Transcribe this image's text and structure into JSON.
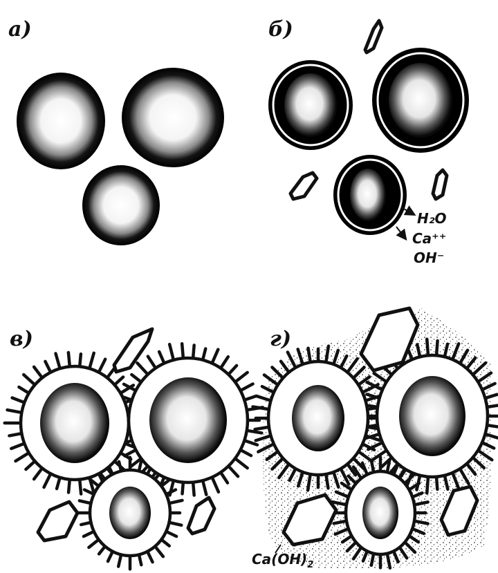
{
  "panels": {
    "a": {
      "label": "а)"
    },
    "b": {
      "label": "б)",
      "ions": {
        "water": "H₂O",
        "calcium": "Ca⁺⁺",
        "hydroxide": "OH⁻"
      }
    },
    "c": {
      "label": "в)"
    },
    "d": {
      "label": "г)",
      "product": {
        "base": "Ca(OH)",
        "subscript": "2"
      }
    }
  },
  "colors": {
    "ink": "#111111",
    "paper": "#ffffff"
  }
}
